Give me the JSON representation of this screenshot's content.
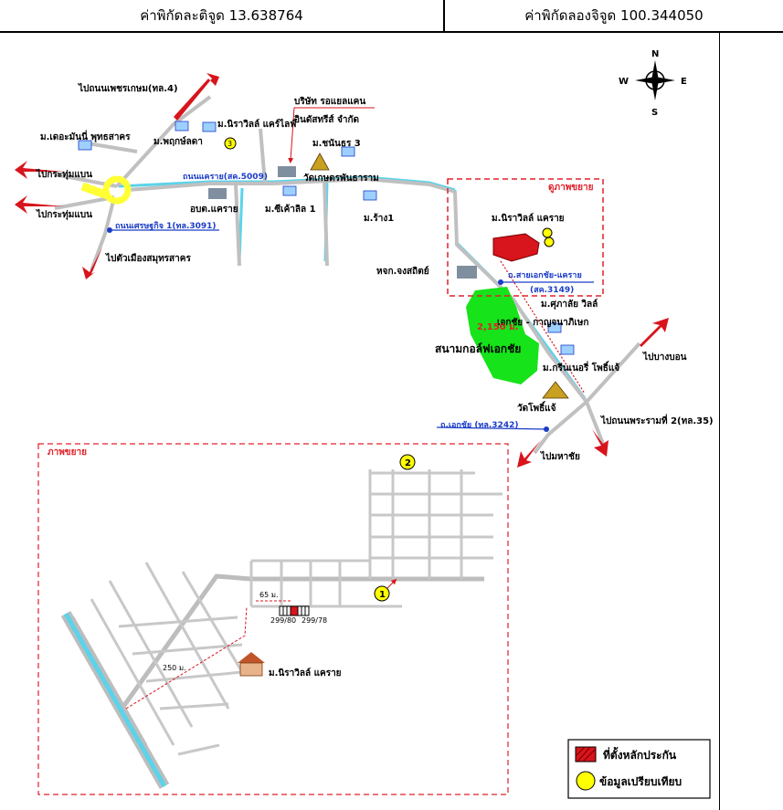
{
  "header": {
    "latitude": "ค่าพิกัดละติจูด 13.638764",
    "longitude": "ค่าพิกัดลองจิจูด 100.344050"
  },
  "compass": {
    "n": "N",
    "s": "S",
    "e": "E",
    "w": "W"
  },
  "labels": {
    "to_phetkasem": "ไปถนนเพชรเกษม(ทล.4)",
    "company": "บริษัท รอแยลแคน",
    "company2": "อินดัสทรีส์ จำกัด",
    "v_nirawin_carelife": "ม.นิราวิลล์ แคร์ไลฟ์",
    "v_the_money": "ม.เดอะมันนี่ พุทธสาคร",
    "v_pruksa": "ม.พฤกษ์ลดา",
    "v_chanan": "ม.ชนันธร 3",
    "wat_kaset": "วัดเกษตรพันธาราม",
    "road_kaerai": "ถนนแคราย(สค.5009)",
    "to_krathum1": "ไปกระทุ่มแบน",
    "to_krathum2": "ไปกระทุ่มแบน",
    "obt": "อบต.แคราย",
    "v_ck": "ม.ซีเค้าลิล 1",
    "v_srang": "ม.ร้าง1",
    "road_setthakit": "ถนนเศรษฐกิจ 1(ทล.3091)",
    "to_samutsakhon": "ไปตัวเมืองสมุทรสาคร",
    "zoom_box": "ดูภาพขยาย",
    "v_nirawin_kaerai": "ม.นิราวิลล์ แคราย",
    "hjk": "หจก.จงสถิตย์",
    "road_ekachai_kaerai": "ถ.สายเอกชัย-แคราย",
    "road_ekachai_kaerai_code": "(สค.3149)",
    "v_suphalai": "ม.ศุภาลัย วิลล์",
    "ekachai_kanchana": "เอกชัย - กาญจนาภิเษก",
    "dist_2150": "2,150 ม.",
    "golf": "สนามกอล์ฟเอกชัย",
    "v_green": "ม.กรีนเนอรี่ โพธิ์แจ้",
    "to_bangbon": "ไปบางบอน",
    "wat_pho": "วัดโพธิ์แจ้",
    "road_ekachai": "ถ.เอกชัย (ทล.3242)",
    "to_rama2": "ไปถนนพระรามที่ 2(ทล.35)",
    "to_mahachai": "ไปมหาชัย",
    "zoom_title": "ภาพขยาย",
    "dist_65": "65 ม.",
    "dist_250": "250 ม.",
    "plot1": "299/80",
    "plot2": "299/78",
    "v_nirawin_kaerai2": "ม.นิราวิลล์ แคราย",
    "marker1": "1",
    "marker2": "2",
    "marker3": "3"
  },
  "legend": {
    "site": "ที่ตั้งหลักประกัน",
    "compare": "ข้อมูลเปรียบเทียบ"
  },
  "colors": {
    "road": "#c8c8c8",
    "canal": "#5bd3ea",
    "arrow": "#d8141c",
    "golf": "#17e31a",
    "marker": "#ffff00",
    "boundary": "#e0202a",
    "blue_label": "#1a3cc8"
  }
}
